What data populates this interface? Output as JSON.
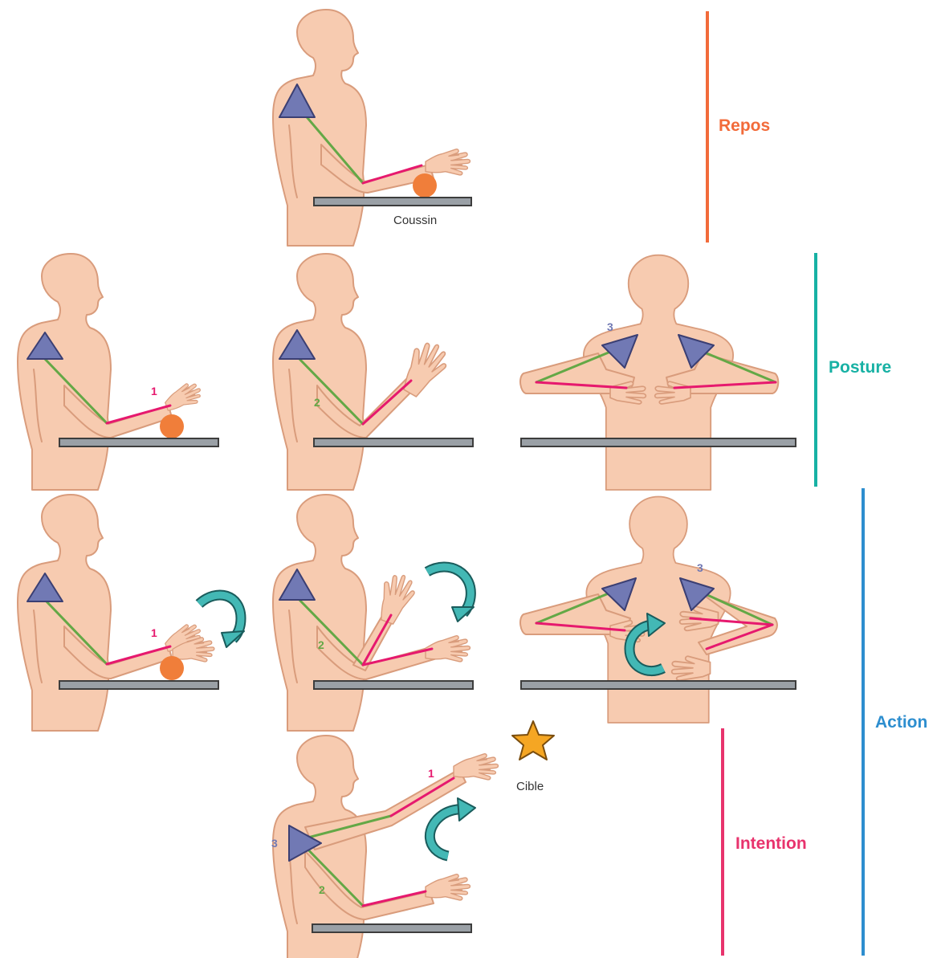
{
  "categories": {
    "repos": {
      "label": "Repos",
      "color": "#f26b3a"
    },
    "posture": {
      "label": "Posture",
      "color": "#17b1a4"
    },
    "action": {
      "label": "Action",
      "color": "#2d8ecf"
    },
    "intention": {
      "label": "Intention",
      "color": "#e8336d"
    }
  },
  "labels": {
    "cushion": "Coussin",
    "target": "Cible",
    "n1": "1",
    "n2": "2",
    "n3": "3"
  },
  "colors": {
    "skin": "#f7cbb0",
    "table": "#9aa0a6",
    "shoulder_triangle": "#7179b4",
    "upper_arm_line": "#64a846",
    "forearm_line": "#e6196e",
    "rotation_arrow": "#43b8b5",
    "cushion": "#f07e3a",
    "target_star": "#f5a623",
    "number_1": "#e6196e",
    "number_2": "#64a846",
    "number_3": "#7179b4"
  }
}
